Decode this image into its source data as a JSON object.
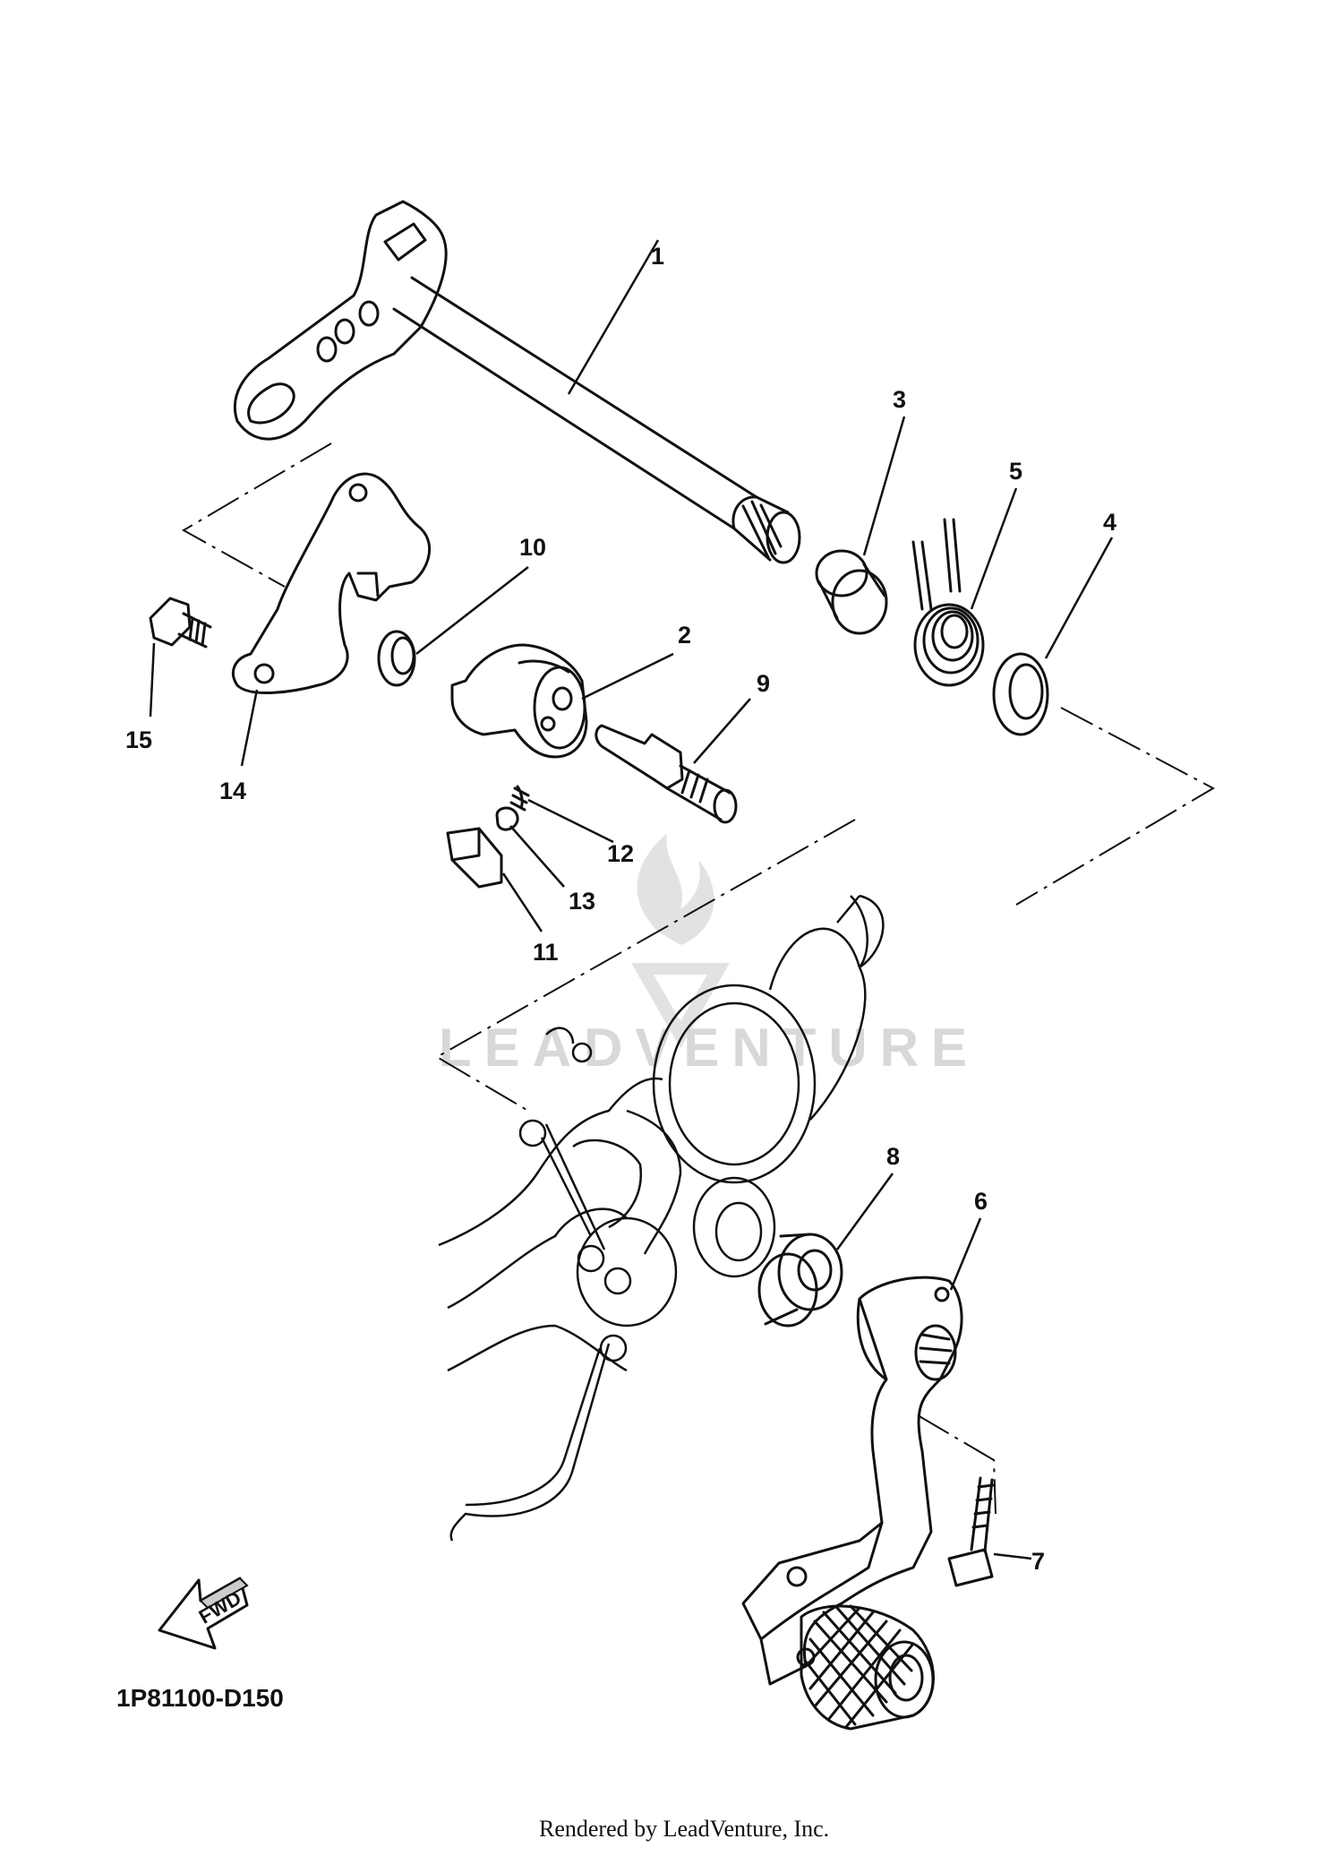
{
  "diagram": {
    "part_code": "1P81100-D150",
    "fwd_label": "FWD",
    "footer": "Rendered by LeadVenture, Inc.",
    "watermark": "LEADVENTURE",
    "callouts": [
      "1",
      "2",
      "3",
      "4",
      "5",
      "6",
      "7",
      "8",
      "9",
      "10",
      "11",
      "12",
      "13",
      "14",
      "15"
    ]
  }
}
